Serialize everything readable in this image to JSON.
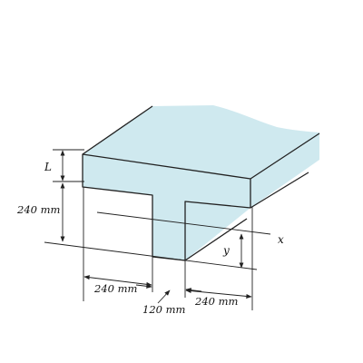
{
  "labels": {
    "L": "L",
    "depth": "240 mm",
    "x_axis": "x",
    "y_axis": "y",
    "left_flange": "240 mm",
    "web": "120 mm",
    "right_flange": "240 mm"
  },
  "colors": {
    "fill": "#cfe9ef",
    "stroke": "#222222"
  }
}
